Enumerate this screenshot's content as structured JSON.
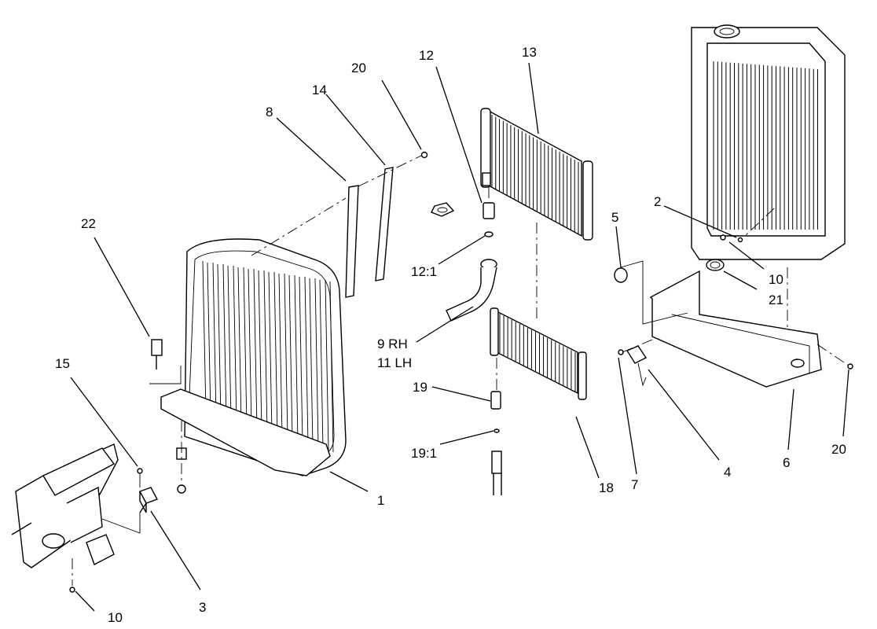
{
  "callouts": [
    {
      "id": "c1",
      "text": "1"
    },
    {
      "id": "c2",
      "text": "2"
    },
    {
      "id": "c3",
      "text": "3"
    },
    {
      "id": "c4",
      "text": "4"
    },
    {
      "id": "c5",
      "text": "5"
    },
    {
      "id": "c6",
      "text": "6"
    },
    {
      "id": "c7",
      "text": "7"
    },
    {
      "id": "c8",
      "text": "8"
    },
    {
      "id": "c9",
      "text": "9 RH"
    },
    {
      "id": "c11",
      "text": "11 LH"
    },
    {
      "id": "c10a",
      "text": "10"
    },
    {
      "id": "c10b",
      "text": "10"
    },
    {
      "id": "c12",
      "text": "12"
    },
    {
      "id": "c12-1",
      "text": "12:1"
    },
    {
      "id": "c13",
      "text": "13"
    },
    {
      "id": "c14",
      "text": "14"
    },
    {
      "id": "c15",
      "text": "15"
    },
    {
      "id": "c18",
      "text": "18"
    },
    {
      "id": "c19",
      "text": "19"
    },
    {
      "id": "c19-1",
      "text": "19:1"
    },
    {
      "id": "c20a",
      "text": "20"
    },
    {
      "id": "c20b",
      "text": "20"
    },
    {
      "id": "c21",
      "text": "21"
    },
    {
      "id": "c22",
      "text": "22"
    }
  ]
}
